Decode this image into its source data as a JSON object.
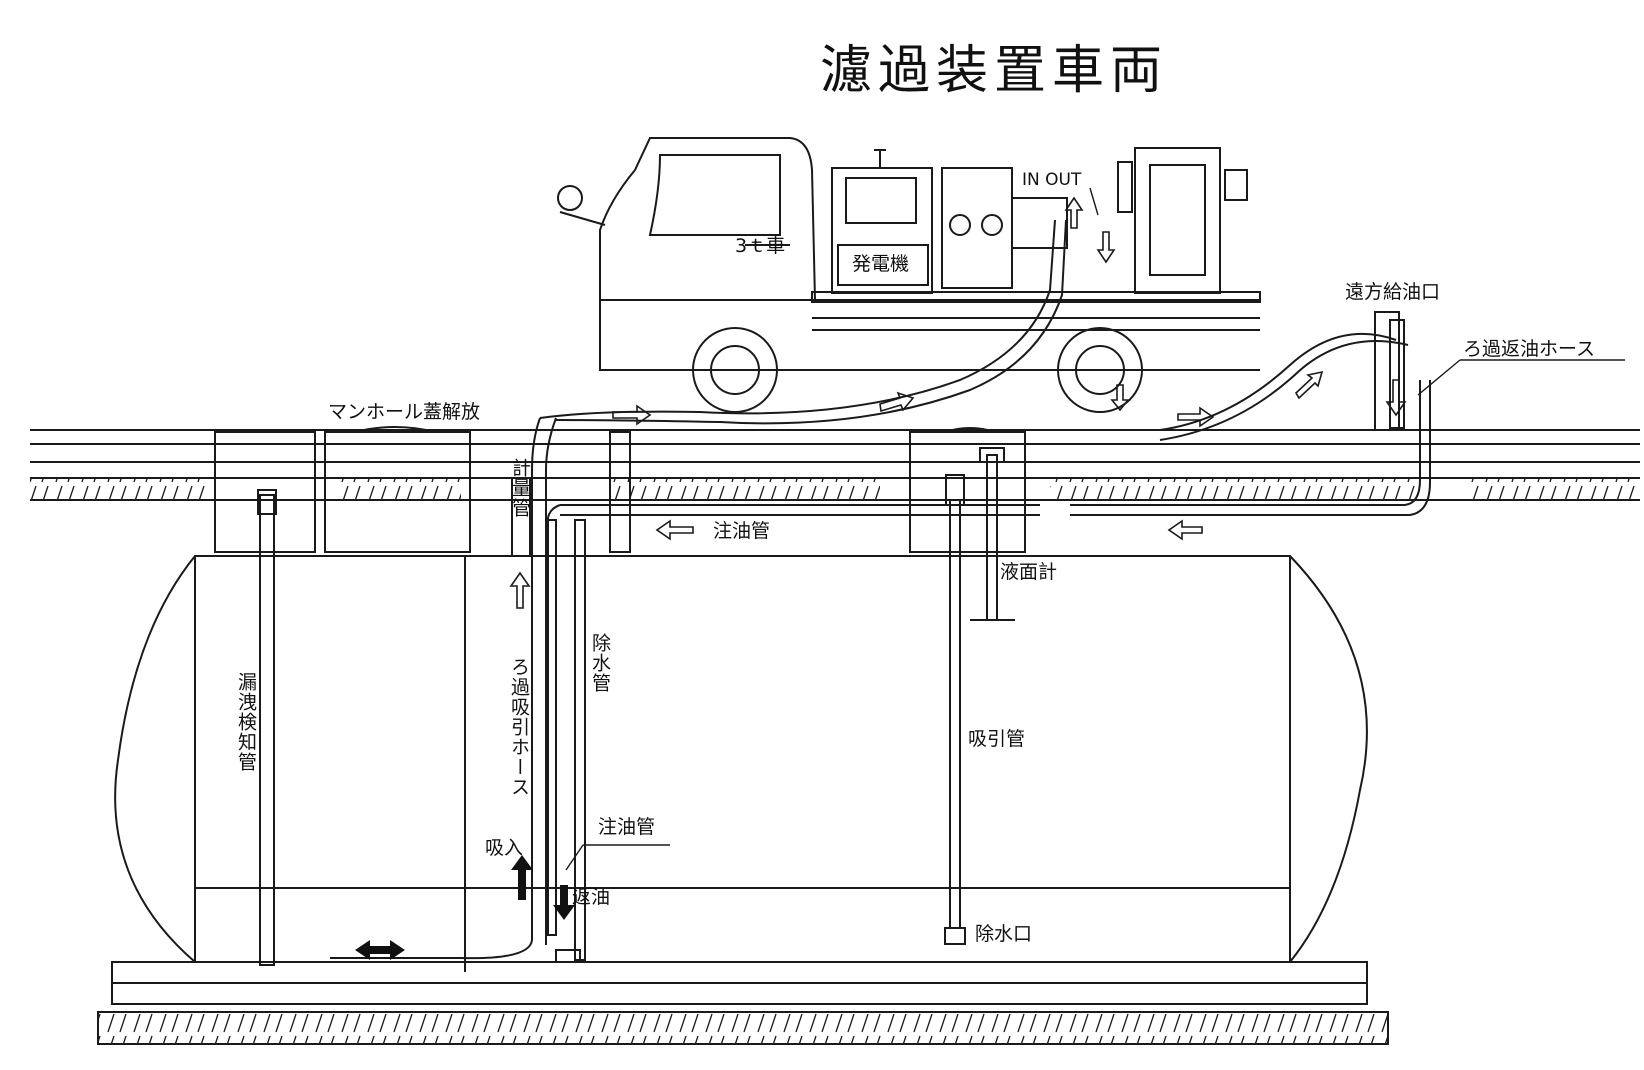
{
  "title": "濾過装置車両",
  "labels": {
    "truck_class": "3ｔ車",
    "generator": "発電機",
    "in_out": "IN OUT",
    "remote_fill_port": "遠方給油口",
    "filter_return_hose": "ろ過返油ホース",
    "manhole_open": "マンホール蓋解放",
    "metering_pipe": "計量管",
    "fill_pipe_top": "注油管",
    "level_gauge": "液面計",
    "drain_pipe": "除水管",
    "filter_suction_hose": "ろ過吸引ホース",
    "leak_detection_pipe": "漏洩検知管",
    "suction_pipe": "吸引管",
    "fill_pipe_inner": "注油管",
    "suction": "吸入",
    "return_oil": "返油",
    "drain_port": "除水口"
  },
  "colors": {
    "line": "#1a1a1a",
    "background": "#ffffff"
  }
}
